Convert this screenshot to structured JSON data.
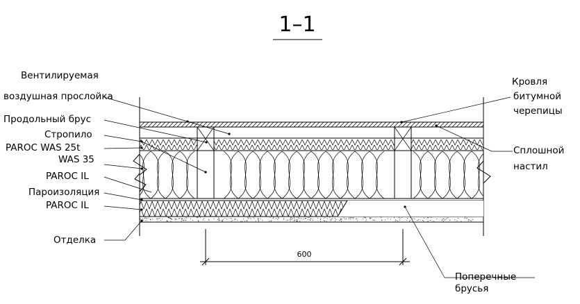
{
  "title": "1–1",
  "labels_left": [
    "Вентилируемая",
    "воздушная прослойка",
    "Продольный брус",
    "Стропило",
    "PAROC WAS 25t",
    "WAS 35",
    "PAROC IL",
    "Пароизоляция",
    "PAROC IL",
    "Отделка"
  ],
  "labels_right": [
    "Кровля",
    "битумной",
    "черепицы",
    "Сплошной",
    "настил"
  ],
  "label_bottom": [
    "Поперечные",
    "брусья"
  ],
  "dimension": "600"
}
